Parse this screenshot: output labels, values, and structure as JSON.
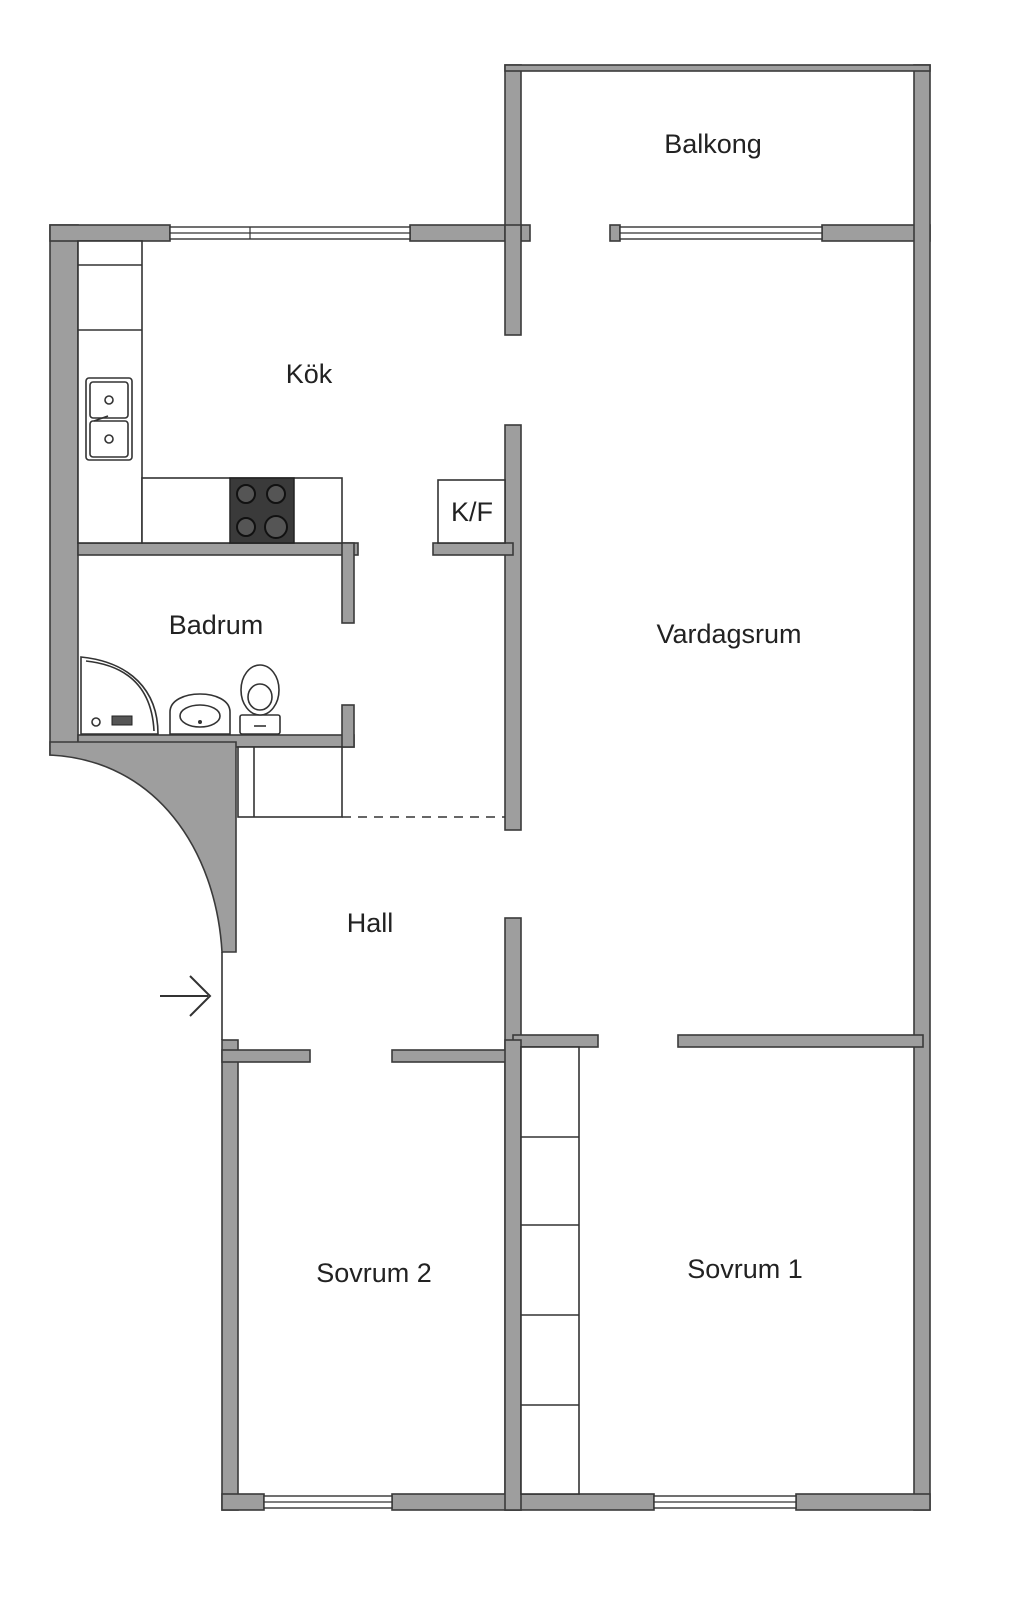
{
  "rooms": {
    "balkong": "Balkong",
    "kok": "Kök",
    "kf": "K/F",
    "badrum": "Badrum",
    "vardagsrum": "Vardagsrum",
    "hall": "Hall",
    "sovrum2": "Sovrum 2",
    "sovrum1": "Sovrum 1"
  },
  "symbols": {
    "entrance": "entrance-arrow-icon",
    "stove": "stove-icon",
    "sink": "kitchen-sink-icon",
    "shower": "shower-icon",
    "washbasin": "washbasin-icon",
    "toilet": "toilet-icon"
  },
  "colors": {
    "wall": "#9e9e9e",
    "line": "#333333",
    "background": "#ffffff"
  }
}
